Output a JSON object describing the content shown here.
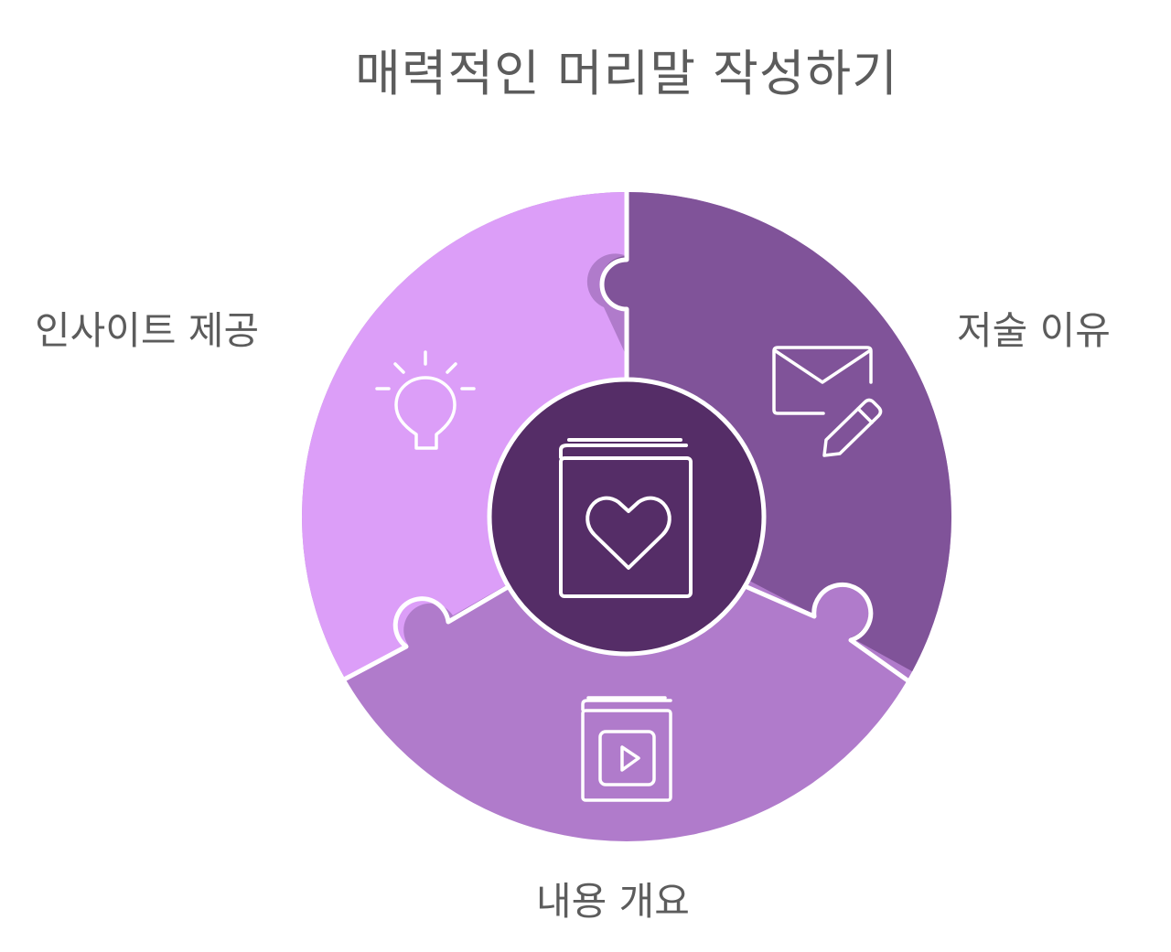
{
  "title": "매력적인 머리말 작성하기",
  "segments": {
    "left": {
      "label": "인사이트 제공",
      "icon": "lightbulb-icon",
      "color": "#dc9ef8"
    },
    "right": {
      "label": "저술 이유",
      "icon": "envelope-pencil-icon",
      "color": "#805399"
    },
    "bottom": {
      "label": "내용 개요",
      "icon": "video-book-icon",
      "color": "#b07bcb"
    }
  },
  "center": {
    "icon": "heart-book-icon",
    "color": "#552d67"
  },
  "colors": {
    "text": "#5c5c5c",
    "stroke": "#ffffff"
  }
}
